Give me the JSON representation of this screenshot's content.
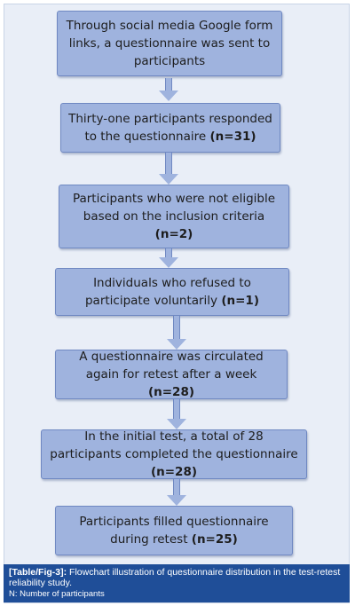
{
  "boxes": [
    {
      "text": "Through social media Google form links, a questionnaire was sent to participants",
      "bold": ""
    },
    {
      "text": "Thirty-one participants responded to the questionnaire ",
      "bold": "(n=31)"
    },
    {
      "text": "Participants who were not eligible based on the inclusion criteria ",
      "bold": "(n=2)"
    },
    {
      "text": "Individuals who refused to participate voluntarily ",
      "bold": "(n=1)"
    },
    {
      "text": "A questionnaire was circulated again for retest after a week ",
      "bold": "(n=28)"
    },
    {
      "text": "In the initial test, a total of 28 participants completed the questionnaire ",
      "bold": "(n=28)"
    },
    {
      "text": "Participants filled questionnaire during retest ",
      "bold": "(n=25)"
    }
  ],
  "caption": {
    "label": "[Table/Fig-3]:",
    "text": " Flowchart illustration of questionnaire distribution in the test-retest reliability study.",
    "note": "N: Number of participants"
  },
  "colors": {
    "box_fill": "#9fb3de",
    "box_border": "#6f88c2",
    "background": "#e9eef7",
    "caption_bg": "#1f4e98"
  }
}
